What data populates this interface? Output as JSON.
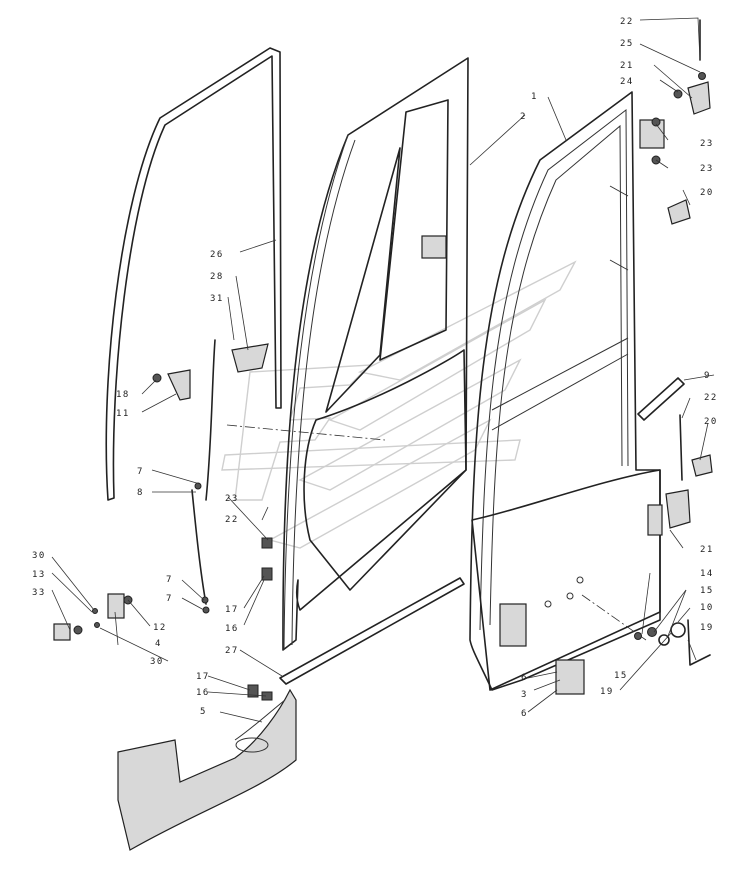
{
  "callouts": [
    {
      "id": "c1",
      "label": "1"
    },
    {
      "id": "c2",
      "label": "2"
    },
    {
      "id": "c3",
      "label": "3"
    },
    {
      "id": "c4",
      "label": "4"
    },
    {
      "id": "c5",
      "label": "5"
    },
    {
      "id": "c6a",
      "label": "6"
    },
    {
      "id": "c6b",
      "label": "6"
    },
    {
      "id": "c7a",
      "label": "7"
    },
    {
      "id": "c7b",
      "label": "7"
    },
    {
      "id": "c7c",
      "label": "7"
    },
    {
      "id": "c8",
      "label": "8"
    },
    {
      "id": "c9",
      "label": "9"
    },
    {
      "id": "c10",
      "label": "10"
    },
    {
      "id": "c11",
      "label": "11"
    },
    {
      "id": "c12",
      "label": "12"
    },
    {
      "id": "c13",
      "label": "13"
    },
    {
      "id": "c14",
      "label": "14"
    },
    {
      "id": "c15a",
      "label": "15"
    },
    {
      "id": "c15b",
      "label": "15"
    },
    {
      "id": "c16a",
      "label": "16"
    },
    {
      "id": "c16b",
      "label": "16"
    },
    {
      "id": "c17a",
      "label": "17"
    },
    {
      "id": "c17b",
      "label": "17"
    },
    {
      "id": "c18",
      "label": "18"
    },
    {
      "id": "c19a",
      "label": "19"
    },
    {
      "id": "c19b",
      "label": "19"
    },
    {
      "id": "c20a",
      "label": "20"
    },
    {
      "id": "c20b",
      "label": "20"
    },
    {
      "id": "c21a",
      "label": "21"
    },
    {
      "id": "c21b",
      "label": "21"
    },
    {
      "id": "c22a",
      "label": "22"
    },
    {
      "id": "c22b",
      "label": "22"
    },
    {
      "id": "c22c",
      "label": "22"
    },
    {
      "id": "c23a",
      "label": "23"
    },
    {
      "id": "c23b",
      "label": "23"
    },
    {
      "id": "c23c",
      "label": "23"
    },
    {
      "id": "c24",
      "label": "24"
    },
    {
      "id": "c25",
      "label": "25"
    },
    {
      "id": "c26",
      "label": "26"
    },
    {
      "id": "c27",
      "label": "27"
    },
    {
      "id": "c28",
      "label": "28"
    },
    {
      "id": "c30a",
      "label": "30"
    },
    {
      "id": "c30b",
      "label": "30"
    },
    {
      "id": "c31",
      "label": "31"
    },
    {
      "id": "c33",
      "label": "33"
    }
  ]
}
